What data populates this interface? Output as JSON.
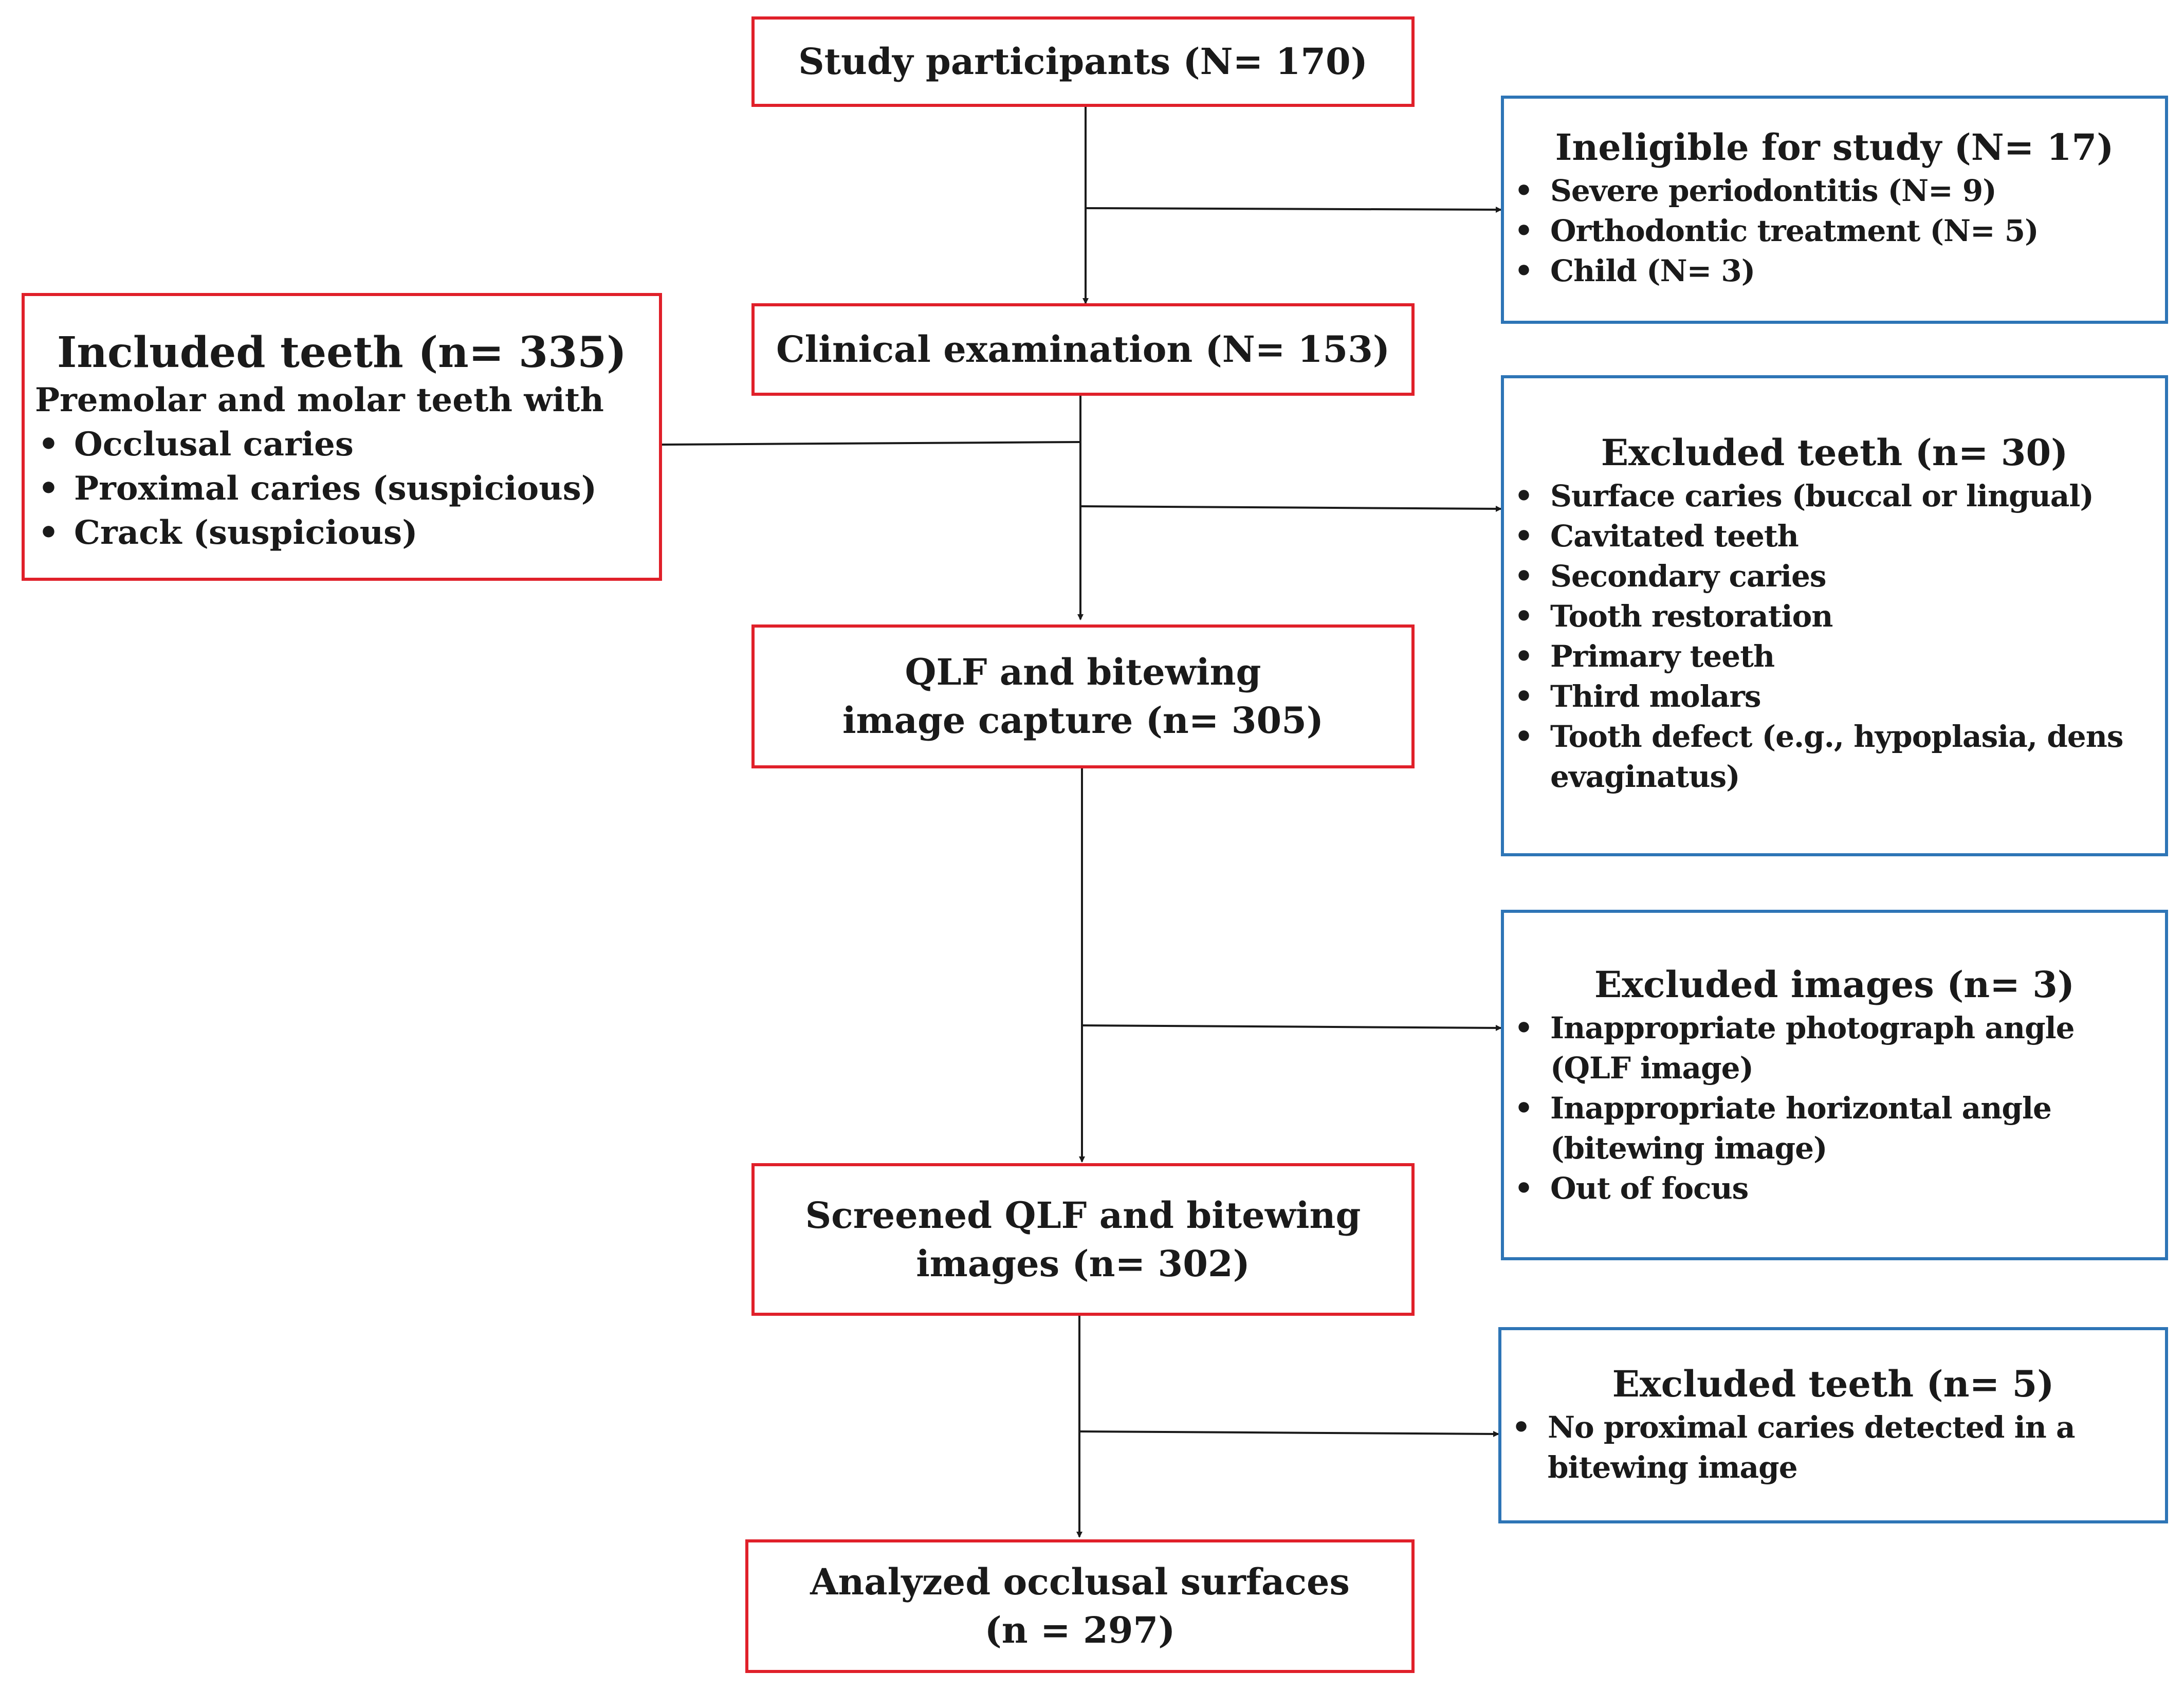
{
  "main_boxes": {
    "participants": [
      "Study participants  (N= 170)"
    ],
    "clinical": [
      "Clinical  examination  (N= 153)"
    ],
    "capture": [
      "QLF and bitewing",
      "image capture  (n= 305)"
    ],
    "screened": [
      "Screened  QLF and bitewing",
      "images  (n= 302)"
    ],
    "analyzed": [
      "Analyzed  occlusal  surfaces",
      "(n = 297)"
    ]
  },
  "included_teeth": {
    "title": "Included teeth (n= 335)",
    "subtitle": "Premolar and molar teeth with",
    "items": [
      "Occlusal caries",
      "Proximal caries (suspicious)",
      "Crack (suspicious)"
    ]
  },
  "ineligible": {
    "title": "Ineligible  for study (N= 17)",
    "items": [
      "Severe periodontitis (N= 9)",
      "Orthodontic treatment (N= 5)",
      "Child (N= 3)"
    ]
  },
  "excluded_teeth_1": {
    "title": "Excluded  teeth  (n= 30)",
    "items": [
      "Surface caries (buccal or lingual)",
      "Cavitated teeth",
      "Secondary caries",
      "Tooth restoration",
      "Primary teeth",
      "Third molars",
      "Tooth defect (e.g., hypoplasia, dens evaginatus)"
    ]
  },
  "excluded_images": {
    "title": "Excluded  images  (n= 3)",
    "items": [
      "Inappropriate photograph angle (QLF image)",
      "Inappropriate horizontal angle (bitewing image)",
      "Out of focus"
    ]
  },
  "excluded_teeth_2": {
    "title": "Excluded  teeth  (n= 5)",
    "items": [
      "No proximal caries detected in a bitewing image"
    ]
  },
  "colors": {
    "main_border": "#e0202a",
    "side_border": "#2e75b6",
    "line": "#1a1a1a"
  }
}
